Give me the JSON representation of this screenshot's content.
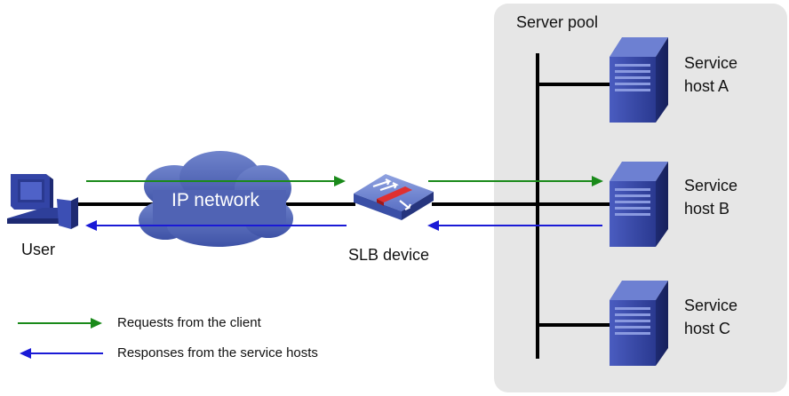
{
  "pool": {
    "title": "Server pool"
  },
  "cloud": {
    "label": "IP network"
  },
  "user": {
    "label": "User",
    "icon": "computer-icon"
  },
  "slb": {
    "label": "SLB device",
    "icon": "load-balancer-icon"
  },
  "hosts": [
    {
      "line1": "Service",
      "line2": "host A",
      "icon": "server-icon"
    },
    {
      "line1": "Service",
      "line2": "host B",
      "icon": "server-icon"
    },
    {
      "line1": "Service",
      "line2": "host C",
      "icon": "server-icon"
    }
  ],
  "legend": {
    "request": "Requests from the client",
    "response": "Responses from the service hosts"
  },
  "colors": {
    "request": "#1a8a1a",
    "response": "#1a1ad6",
    "pool_bg": "#e6e6e6",
    "cloud": "#5568b8",
    "server": "#2e3f9a"
  }
}
